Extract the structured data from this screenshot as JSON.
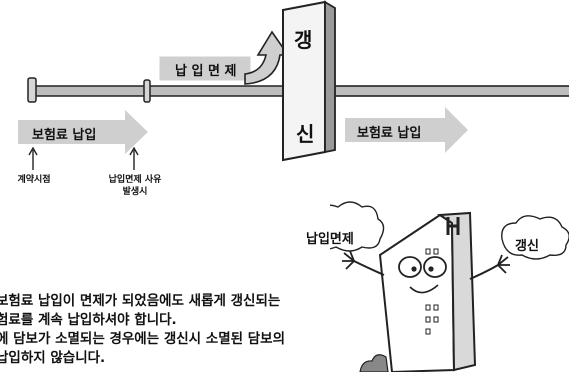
{
  "timeline": {
    "renewal_label": "갱",
    "renewal_label2": "신"
  },
  "arrows": {
    "waiver": "납 입 면 제",
    "premium_before": "보험료 납입",
    "premium_after": "보험료 납입"
  },
  "markers": {
    "contract_start": "계약시점",
    "waiver_event_line1": "납입면제 사유",
    "waiver_event_line2": "발생시"
  },
  "character": {
    "bubble_left": "납입면제",
    "bubble_right": "갱신"
  },
  "note": {
    "line1": "보험료 납입이 면제가 되었음에도 새롭게 갱신되는",
    "line2": "험료를 계속 납입하셔야 합니다.",
    "line3": "에 담보가 소멸되는 경우에는 갱신시 소멸된 담보의",
    "line4": "납입하지 않습니다."
  }
}
